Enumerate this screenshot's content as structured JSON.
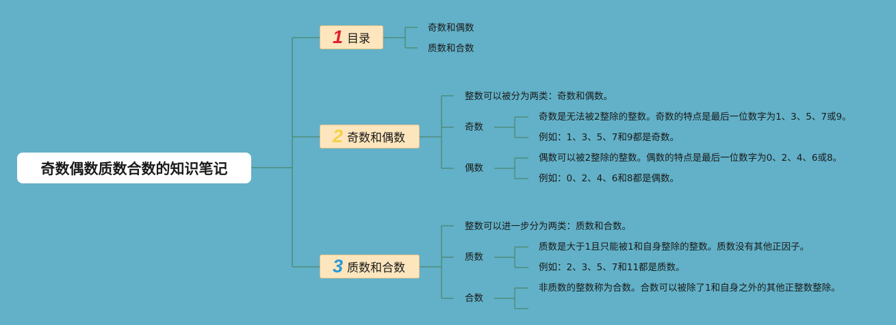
{
  "root": {
    "title": "奇数偶数质数合数的知识笔记"
  },
  "branches": [
    {
      "number": "1",
      "label": "目录",
      "items": [
        "奇数和偶数",
        "质数和合数"
      ]
    },
    {
      "number": "2",
      "label": "奇数和偶数",
      "intro": "整数可以被分为两类：奇数和偶数。",
      "sub": [
        {
          "label": "奇数",
          "items": [
            "奇数是无法被2整除的整数。奇数的特点是最后一位数字为1、3、5、7或9。",
            "例如：1、3、5、7和9都是奇数。"
          ]
        },
        {
          "label": "偶数",
          "items": [
            "偶数可以被2整除的整数。偶数的特点是最后一位数字为0、2、4、6或8。",
            "例如：0、2、4、6和8都是偶数。"
          ]
        }
      ]
    },
    {
      "number": "3",
      "label": "质数和合数",
      "intro": "整数可以进一步分为两类：质数和合数。",
      "sub": [
        {
          "label": "质数",
          "items": [
            "质数是大于1且只能被1和自身整除的整数。质数没有其他正因子。",
            "例如：2、3、5、7和11都是质数。"
          ]
        },
        {
          "label": "合数",
          "items": [
            "非质数的整数称为合数。合数可以被除了1和自身之外的其他正整数整除。"
          ]
        }
      ]
    }
  ],
  "colors": {
    "background": "#62b1c8",
    "connector": "#4e8c7a",
    "branch_fill": "#fde6bd",
    "root_fill": "#ffffff"
  }
}
